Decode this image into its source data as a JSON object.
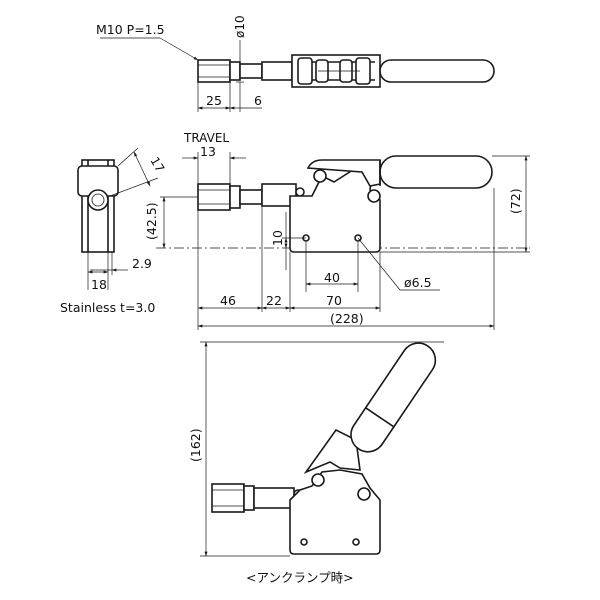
{
  "labels": {
    "thread": "M10 P=1.5",
    "dia10": "ø10",
    "d25": "25",
    "d6": "6",
    "travel": "TRAVEL",
    "travel13": "13",
    "d17": "17",
    "d42_5": "(42.5)",
    "d10": "10",
    "d2_9": "2.9",
    "d18": "18",
    "material": "Stainless t=3.0",
    "d40": "40",
    "hole": "ø6.5",
    "d46": "46",
    "d22": "22",
    "d70": "70",
    "d228": "(228)",
    "d72": "(72)",
    "d162": "(162)",
    "caption": "<アンクランプ時>"
  }
}
